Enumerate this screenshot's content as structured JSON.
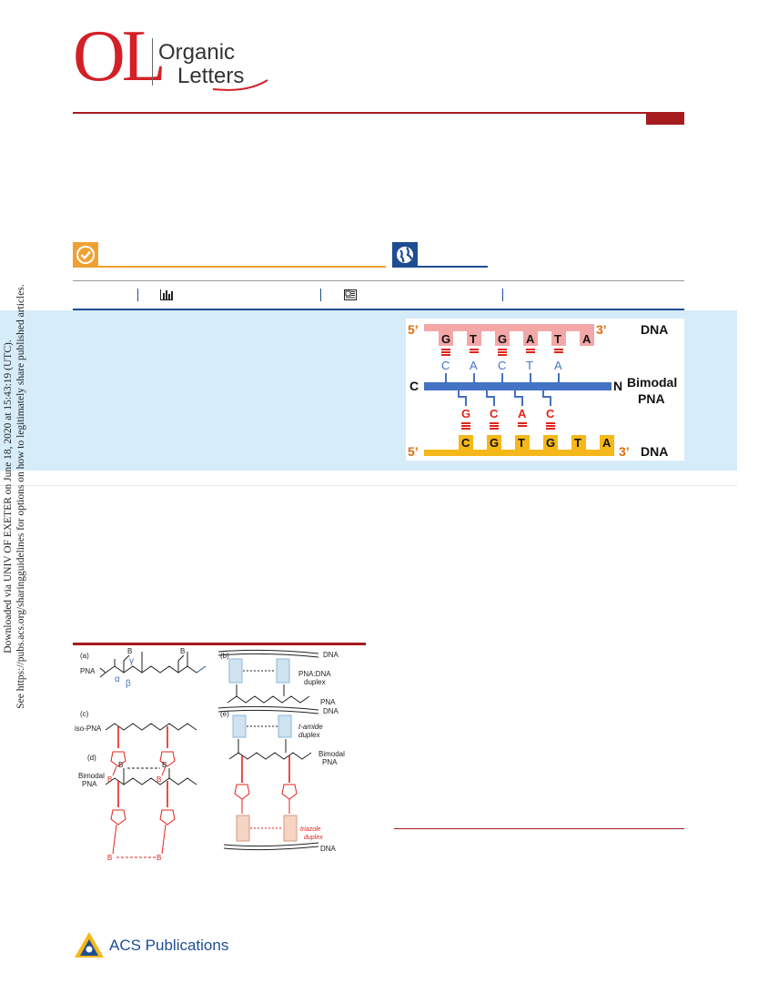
{
  "journal": {
    "logo_letters": "OL",
    "name_line1": "Organic",
    "name_line2": "Letters"
  },
  "sidebar_note": {
    "line1": "Downloaded via UNIV OF EXETER on June 18, 2020 at 15:43:19 (UTC).",
    "line2": "See https://pubs.acs.org/sharingguidelines for options on how to legitimately share published articles."
  },
  "colors": {
    "brand_red": "#a61c1f",
    "check_orange": "#f0a133",
    "globe_blue": "#1e4d92",
    "abstract_bg": "#d6ecf8"
  },
  "icons": {
    "metrics": "bar-chart-icon",
    "supporting": "article-icon",
    "check": "check-circle-icon",
    "globe": "globe-icon"
  },
  "toc_graphic": {
    "label_5prime": "5’",
    "label_3prime": "3’",
    "top_strand_label": "DNA",
    "bottom_strand_label": "DNA",
    "pna_c": "C",
    "pna_n": "N",
    "pna_label_line1": "Bimodal",
    "pna_label_line2": "PNA",
    "top_bases": [
      "G",
      "T",
      "G",
      "A",
      "T",
      "A"
    ],
    "pna_upper_bases": [
      "C",
      "A",
      "C",
      "T",
      "A"
    ],
    "pna_lower_bases": [
      "G",
      "C",
      "A",
      "C"
    ],
    "bottom_bases": [
      "C",
      "G",
      "T",
      "G",
      "T",
      "A"
    ]
  },
  "figure1": {
    "panel_a": "(a)",
    "panel_b": "(b)",
    "panel_c": "(c)",
    "panel_d": "(d)",
    "panel_e": "(e)",
    "pna": "PNA",
    "iso_pna": "iso-PNA",
    "bimodal_pna_line1": "Bimodal",
    "bimodal_pna_line2": "PNA",
    "dna": "DNA",
    "pna_dna_duplex_line1": "PNA:DNA",
    "pna_dna_duplex_line2": "duplex",
    "t_amide_line1": "t-amide",
    "t_amide_line2": "duplex",
    "triazole_line1": "triazole",
    "triazole_line2": "duplex",
    "b": "B",
    "alpha": "α",
    "beta": "β",
    "gamma": "γ"
  },
  "publisher": {
    "name": "ACS Publications"
  }
}
